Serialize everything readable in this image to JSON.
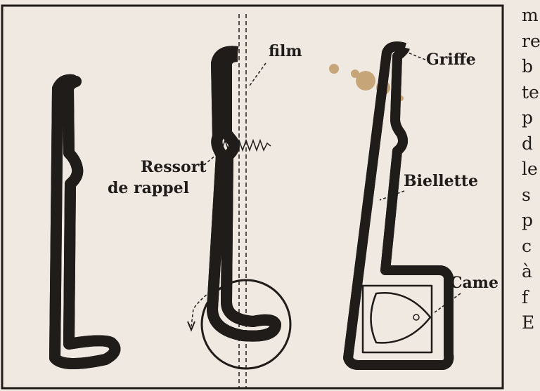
{
  "figure": {
    "labels": {
      "film": "film",
      "ressort_line1": "Ressort",
      "ressort_line2": "de rappel",
      "griffe": "Griffe",
      "biellette": "Biellette",
      "came": "Came"
    }
  },
  "side_text": [
    "m",
    "re",
    "b",
    "te",
    "p",
    "d",
    "le",
    "s",
    "p",
    "c",
    "à",
    "f",
    "E"
  ],
  "colors": {
    "paper": "#efe9e1",
    "ink": "#1f1c1a",
    "stain": "#b58a4e"
  }
}
